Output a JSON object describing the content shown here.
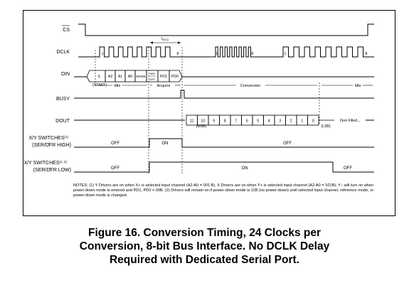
{
  "signals": {
    "cs": "CS",
    "dclk": "DCLK",
    "din": "DIN",
    "busy": "BUSY",
    "dout": "DOUT",
    "xy_high_label_1": "X/Y SWITCHES",
    "xy_high_sup": "(1)",
    "xy_high_label_2": "(SER/",
    "xy_high_label_dfr": "DFR",
    "xy_high_label_3": " HIGH)",
    "xy_low_label_1": "X/Y SWITCHES",
    "xy_low_sup": "(1, 2)",
    "xy_low_label_2": "(SER/",
    "xy_low_label_dfr": "DFR",
    "xy_low_label_3": " LOW)"
  },
  "dclk_marks": {
    "first": "1",
    "eighth": "8",
    "tacq": "t",
    "tacq_sub": "ACQ"
  },
  "din_bits": {
    "s": "S",
    "a2": "A2",
    "a1": "A1",
    "a0": "A0",
    "mode": "MODE",
    "serdfr_top": "SER",
    "serdfr_bottom": "DFR",
    "pd1": "PD1",
    "pd0": "PD0",
    "start": "(START)"
  },
  "phases": {
    "idle1": "Idle",
    "acquire": "Acquire",
    "conversion": "Conversion",
    "idle2": "Idle"
  },
  "dout_bits": [
    "11",
    "10",
    "9",
    "8",
    "7",
    "6",
    "5",
    "4",
    "3",
    "2",
    "1",
    "0"
  ],
  "dout_labels": {
    "msb": "(MSB)",
    "lsb": "(LSB)",
    "zero_filled": "Zero Filled..."
  },
  "switch_states": {
    "high": [
      "OFF",
      "ON",
      "OFF"
    ],
    "low": [
      "OFF",
      "ON",
      "OFF"
    ]
  },
  "notes": {
    "text": "NOTES:  (1) Y Drivers are on when X+ is selected input channel (A2-A0 = 001 B), X Drivers  are on when  Y+ is selected input channel (A2-A0 = 101B), Y– will turn on when power-down  mode  is entered and PD1, PD0 = 00B. (2) Drivers  will remain on if power-down  mode  is 11B (no power-down)  until selected  input channel, reference  mode, or power-down mode is changed."
  },
  "caption": {
    "line1": "Figure 16.  Conversion Timing, 24 Clocks per",
    "line2": "Conversion, 8-bit Bus Interface. No DCLK Delay",
    "line3": "Required with Dedicated Serial Port."
  }
}
